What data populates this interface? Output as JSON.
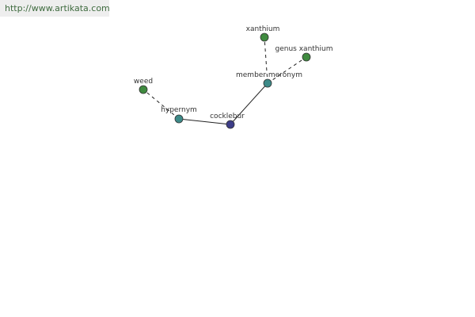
{
  "site": {
    "url_text": "http://www.artikata.com"
  },
  "graph": {
    "node_colors": {
      "root": "#3d3d88",
      "relation": "#3d8a88",
      "leaf": "#3f8a3f"
    },
    "nodes": [
      {
        "id": "cocklebur",
        "label": "cocklebur",
        "kind": "root"
      },
      {
        "id": "hypernym",
        "label": "hypernym",
        "kind": "relation"
      },
      {
        "id": "member-meronym",
        "label": "member meronym",
        "kind": "relation"
      },
      {
        "id": "weed",
        "label": "weed",
        "kind": "leaf"
      },
      {
        "id": "xanthium",
        "label": "xanthium",
        "kind": "leaf"
      },
      {
        "id": "genus-xanthium",
        "label": "genus xanthium",
        "kind": "leaf"
      }
    ],
    "edges": [
      {
        "from": "cocklebur",
        "to": "hypernym",
        "style": "solid"
      },
      {
        "from": "cocklebur",
        "to": "member-meronym",
        "style": "solid"
      },
      {
        "from": "hypernym",
        "to": "weed",
        "style": "dashed"
      },
      {
        "from": "member-meronym",
        "to": "xanthium",
        "style": "dashed"
      },
      {
        "from": "member-meronym",
        "to": "genus-xanthium",
        "style": "dashed"
      }
    ]
  }
}
